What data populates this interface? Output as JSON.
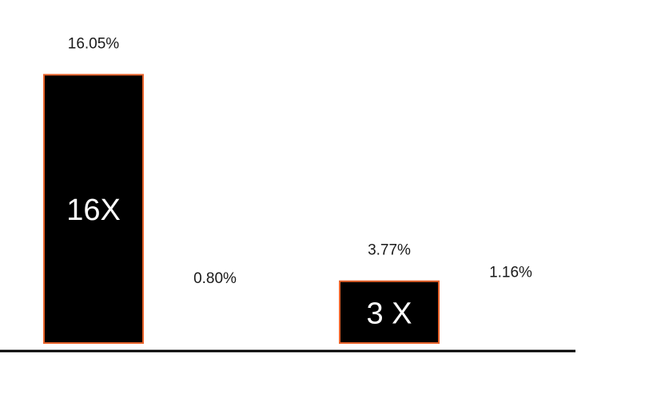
{
  "colors": {
    "bar_fill": "#000000",
    "bar_outline": "#e8632b",
    "baseline": "#000000",
    "label_text": "#1a1a1a",
    "multiplier_text": "#ffffff",
    "background": "#ffffff"
  },
  "chart_data": {
    "type": "bar",
    "title": "",
    "xlabel": "",
    "ylabel": "",
    "ylim": [
      0,
      17.5
    ],
    "grid": false,
    "legend": "none",
    "groups": [
      {
        "bars": [
          {
            "value": 16.05,
            "label": "16.05%",
            "inner_label": "16X",
            "visible": true
          },
          {
            "value": 0.8,
            "label": "0.80%",
            "inner_label": "",
            "visible": false
          }
        ]
      },
      {
        "bars": [
          {
            "value": 3.77,
            "label": "3.77%",
            "inner_label": "3 X",
            "visible": true
          },
          {
            "value": 1.16,
            "label": "1.16%",
            "inner_label": "",
            "visible": false
          }
        ]
      }
    ]
  }
}
